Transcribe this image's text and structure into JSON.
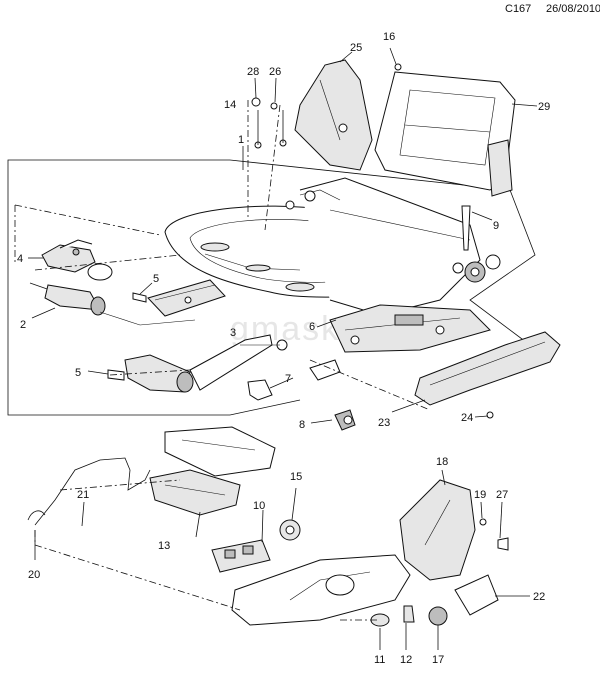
{
  "header": {
    "code": "C167",
    "date": "26/08/2010"
  },
  "watermark": "gmask.in",
  "callouts": [
    "1",
    "2",
    "3",
    "4",
    "5",
    "5",
    "6",
    "7",
    "8",
    "9",
    "10",
    "11",
    "12",
    "13",
    "14",
    "15",
    "16",
    "17",
    "18",
    "19",
    "20",
    "21",
    "22",
    "23",
    "24",
    "25",
    "26",
    "27",
    "28",
    "29"
  ]
}
